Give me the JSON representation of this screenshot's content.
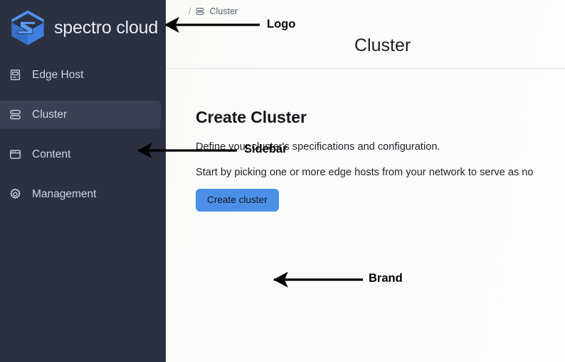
{
  "brand": {
    "logo_icon": "spectro-cloud-hex-s-logo",
    "name": "spectro cloud",
    "logo_color": "#3d7fe0",
    "logo_color_light": "#4f8ff0"
  },
  "colors": {
    "sidebar_bg": "#2b3141",
    "sidebar_active_bg": "#3a4152",
    "sidebar_text": "#cdd3df",
    "accent_button": "#4b90e6",
    "main_bg": "#fbfcfb",
    "divider": "#e3e3e6"
  },
  "sidebar": {
    "items": [
      {
        "label": "Edge Host",
        "icon": "server-icon",
        "active": false
      },
      {
        "label": "Cluster",
        "icon": "cluster-layers-icon",
        "active": true
      },
      {
        "label": "Content",
        "icon": "browser-window-icon",
        "active": false
      },
      {
        "label": "Management",
        "icon": "gear-icon",
        "active": false
      }
    ]
  },
  "header": {
    "breadcrumb": {
      "separator": "/",
      "icon": "cluster-layers-icon",
      "label": "Cluster"
    },
    "page_title": "Cluster"
  },
  "main": {
    "section_title": "Create Cluster",
    "paragraph_1": "Define your cluster's specifications and configuration.",
    "paragraph_2": "Start by picking one or more edge hosts from your network to serve as no",
    "create_button_label": "Create cluster"
  },
  "annotations": [
    {
      "label": "Logo",
      "arrow": "left"
    },
    {
      "label": "Sidebar",
      "arrow": "left"
    },
    {
      "label": "Brand",
      "arrow": "left"
    }
  ]
}
